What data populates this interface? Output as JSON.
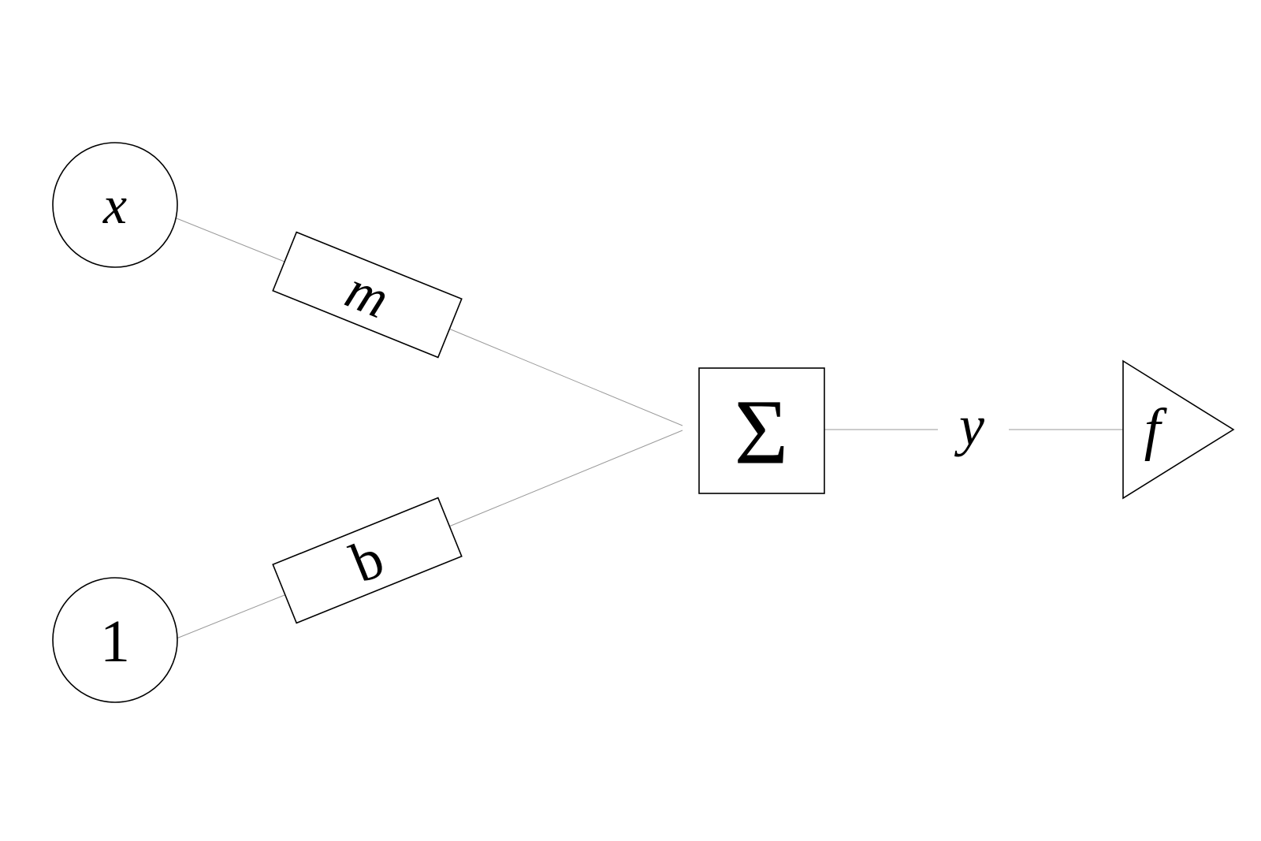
{
  "diagram": {
    "input_x": "x",
    "input_one": "1",
    "weight_m": "m",
    "bias_b": "b",
    "sum_symbol": "Σ",
    "output_y": "y",
    "activation_f": "f"
  },
  "colors": {
    "background": "#ffffff",
    "stroke": "#000000",
    "connector": "#9a9a9a"
  }
}
